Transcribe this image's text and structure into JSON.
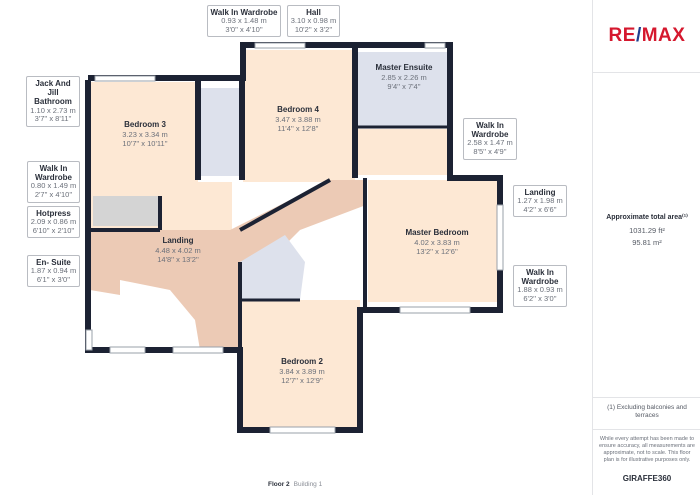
{
  "rooms": {
    "bedroom3": {
      "name": "Bedroom 3",
      "m": "3.23 x 3.34 m",
      "ft": "10'7'' x 10'11''"
    },
    "bedroom4": {
      "name": "Bedroom 4",
      "m": "3.47 x 3.88 m",
      "ft": "11'4'' x 12'8''"
    },
    "ensuite_master": {
      "name": "Master Ensuite",
      "m": "2.85 x 2.26 m",
      "ft": "9'4'' x 7'4''"
    },
    "master": {
      "name": "Master Bedroom",
      "m": "4.02 x 3.83 m",
      "ft": "13'2'' x 12'6''"
    },
    "landing": {
      "name": "Landing",
      "m": "4.48 x 4.02 m",
      "ft": "14'8'' x 13'2''"
    },
    "bedroom2": {
      "name": "Bedroom 2",
      "m": "3.84 x 3.89 m",
      "ft": "12'7'' x 12'9''"
    }
  },
  "callouts": {
    "wiw_top": {
      "name": "Walk In Wardrobe",
      "m": "0.93 x 1.48 m",
      "ft": "3'0'' x 4'10''"
    },
    "hall": {
      "name": "Hall",
      "m": "3.10 x 0.98 m",
      "ft": "10'2'' x 3'2''"
    },
    "jj": {
      "name": "Jack And Jill Bathroom",
      "m": "1.10 x 2.73 m",
      "ft": "3'7'' x 8'11''"
    },
    "wiw_left": {
      "name": "Walk In Wardrobe",
      "m": "0.80 x 1.49 m",
      "ft": "2'7'' x 4'10''"
    },
    "hotpress": {
      "name": "Hotpress",
      "m": "2.09 x 0.86 m",
      "ft": "6'10'' x 2'10''"
    },
    "ensuite": {
      "name": "En- Suite",
      "m": "1.87 x 0.94 m",
      "ft": "6'1'' x 3'0''"
    },
    "wiw_right": {
      "name": "Walk In Wardrobe",
      "m": "2.58 x 1.47 m",
      "ft": "8'5'' x 4'9''"
    },
    "landing_small": {
      "name": "Landing",
      "m": "1.27 x 1.98 m",
      "ft": "4'2'' x 6'6''"
    },
    "wiw_br": {
      "name": "Walk In Wardrobe",
      "m": "1.88 x 0.93 m",
      "ft": "6'2'' x 3'0''"
    }
  },
  "footer": {
    "floor": "Floor 2",
    "building": "Building 1"
  },
  "panel": {
    "logo_left": "RE",
    "logo_slash": "/",
    "logo_right": "MAX",
    "area_title": "Approximate total area⁽¹⁾",
    "area_ft": "1031.29 ft²",
    "area_m": "95.81 m²",
    "footnote": "(1) Excluding balconies and terraces",
    "disclaimer": "While every attempt has been made to ensure accuracy, all measurements are approximate, not to scale. This floor plan is for illustrative purposes only.",
    "brand": "GIRAFFE360"
  },
  "colors": {
    "wall": "#1c2233",
    "room": "#fde8d4",
    "landing": "#eccab5",
    "bath": "#dde1ec",
    "store": "#d4d4d4",
    "accent": "#d5182e"
  }
}
